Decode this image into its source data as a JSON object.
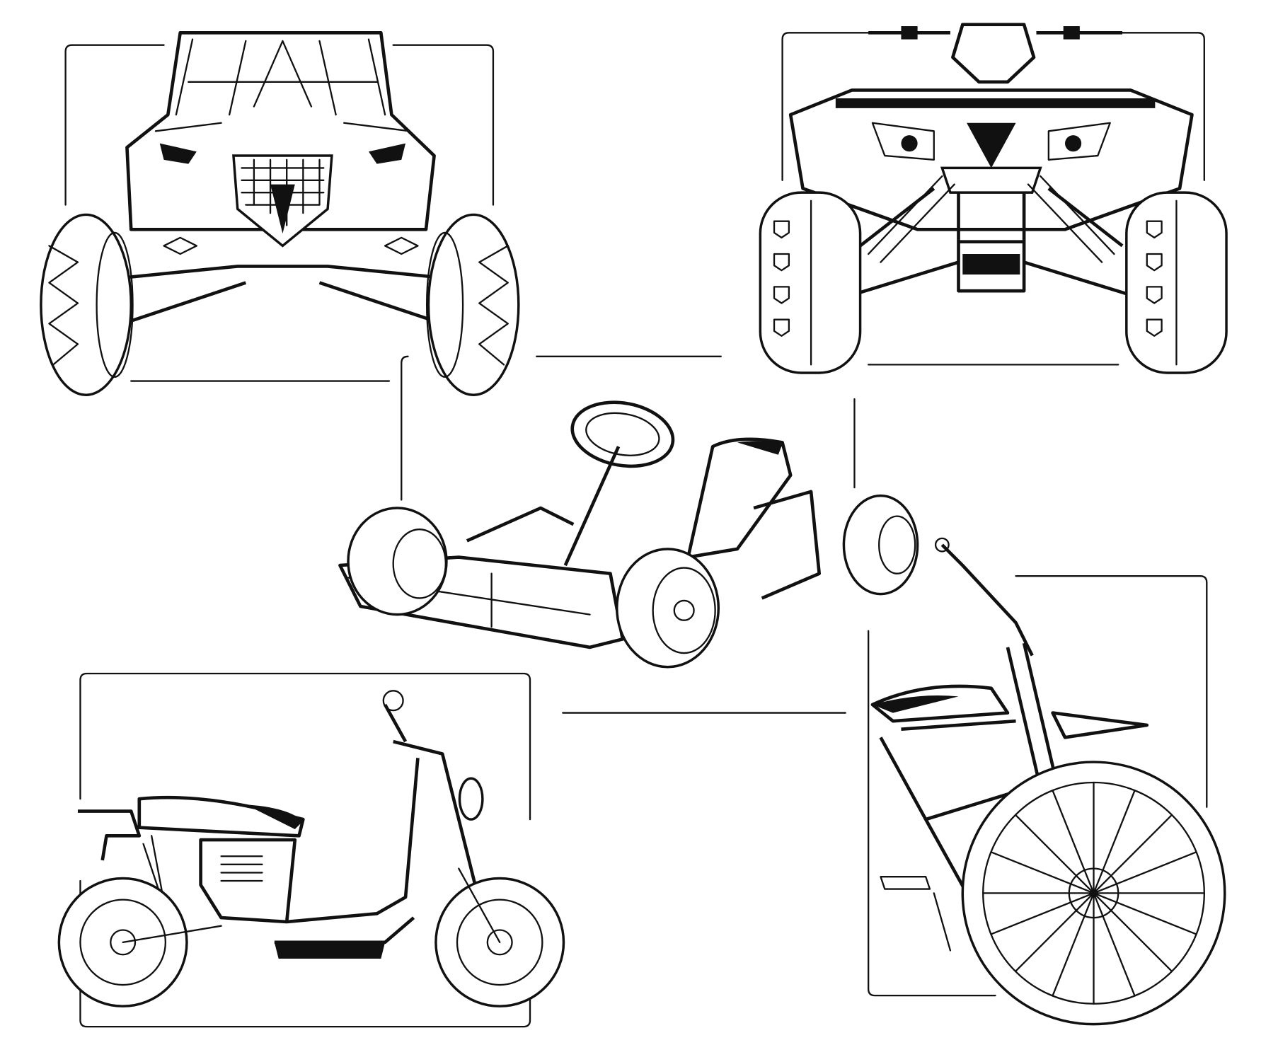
{
  "illustration": {
    "style": "black line art coloring page",
    "background_color": "#ffffff",
    "line_color": "#111111",
    "vehicles": [
      {
        "id": "utv",
        "icon": "utv-buggy-front-icon"
      },
      {
        "id": "atv",
        "icon": "atv-quad-front-icon"
      },
      {
        "id": "go_kart",
        "icon": "go-kart-icon"
      },
      {
        "id": "scooter",
        "icon": "electric-scooter-icon"
      },
      {
        "id": "dirt_bike",
        "icon": "dirt-bike-icon"
      }
    ]
  }
}
